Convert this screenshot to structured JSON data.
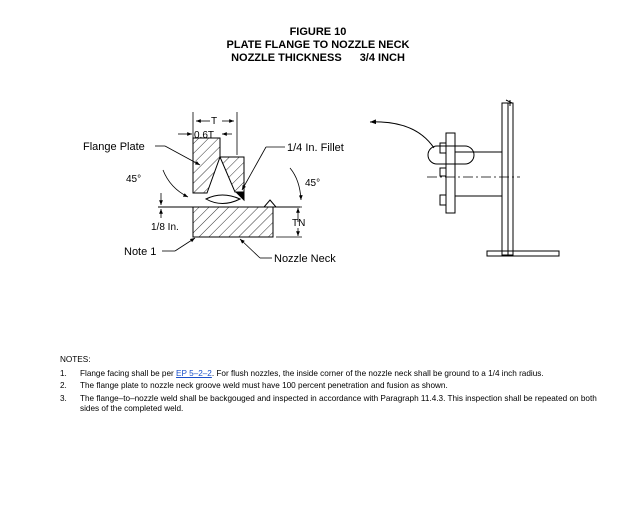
{
  "figure": {
    "title": "FIGURE 10",
    "subtitle": "PLATE FLANGE TO NOZZLE NECK",
    "thickness_label": "NOZZLE THICKNESS",
    "thickness_value": "3/4 INCH"
  },
  "labels": {
    "flange_plate": "Flange Plate",
    "t": "T",
    "point_six_t": "0.6T",
    "fillet": "1/4 In. Fillet",
    "angle_left": "45°",
    "angle_right": "45°",
    "gap": "1/8 In.",
    "tn": "TN",
    "note1": "Note 1",
    "nozzle_neck": "Nozzle Neck"
  },
  "notes": {
    "heading": "NOTES:",
    "items": [
      {
        "num": "1.",
        "pre": "Flange facing shall be per ",
        "link": "EP 5–2–2",
        "post": ". For flush nozzles, the inside corner of the nozzle neck shall be ground to a 1/4 inch radius."
      },
      {
        "num": "2.",
        "text": "The flange plate to nozzle neck groove weld must have 100 percent penetration and fusion as shown."
      },
      {
        "num": "3.",
        "text": "The flange–to–nozzle weld shall be backgouged and inspected in accordance with Paragraph 11.4.3. This inspection shall be repeated on both sides of the completed weld."
      }
    ]
  },
  "colors": {
    "link": "#1a4fc9",
    "ink": "#000000"
  }
}
